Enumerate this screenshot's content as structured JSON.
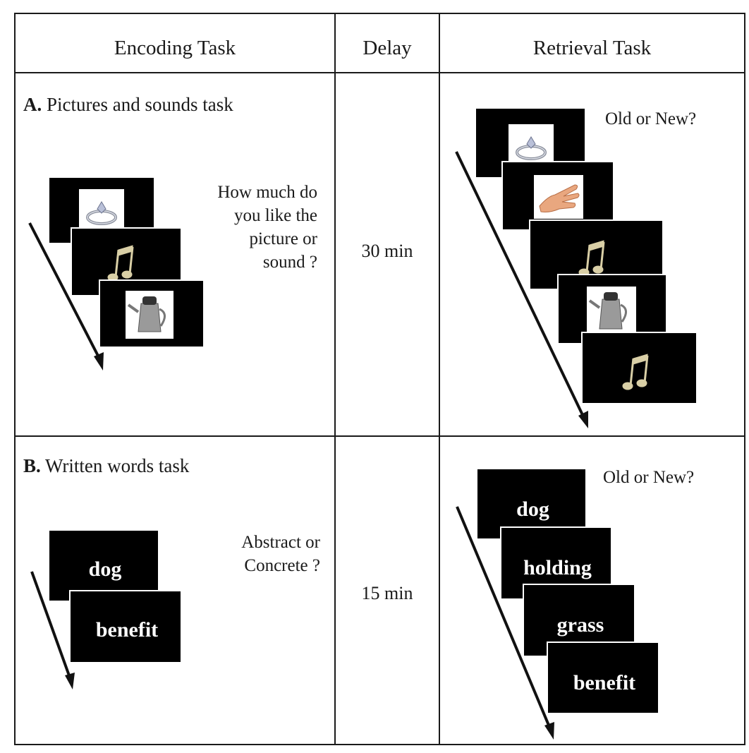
{
  "table": {
    "headers": {
      "encoding": "Encoding Task",
      "delay": "Delay",
      "retrieval": "Retrieval Task"
    }
  },
  "section_a": {
    "letter": "A.",
    "title": " Pictures and sounds task",
    "prompt_lines": [
      "How much do",
      "you like the",
      "picture or",
      "sound ?"
    ],
    "delay": "30 min",
    "retrieval_prompt": "Old or New?",
    "encoding_items": [
      "ring-icon",
      "music-note-icon",
      "kettle-icon"
    ],
    "retrieval_items": [
      "ring-icon",
      "hand-icon",
      "music-note-icon",
      "kettle-icon",
      "music-note-icon"
    ]
  },
  "section_b": {
    "letter": "B.",
    "title": " Written words task",
    "prompt_lines": [
      "Abstract or",
      "Concrete ?"
    ],
    "delay": "15 min",
    "retrieval_prompt": "Old or New?",
    "encoding_words": [
      "dog",
      "benefit"
    ],
    "retrieval_words": [
      "dog",
      "holding",
      "grass",
      "benefit"
    ]
  }
}
